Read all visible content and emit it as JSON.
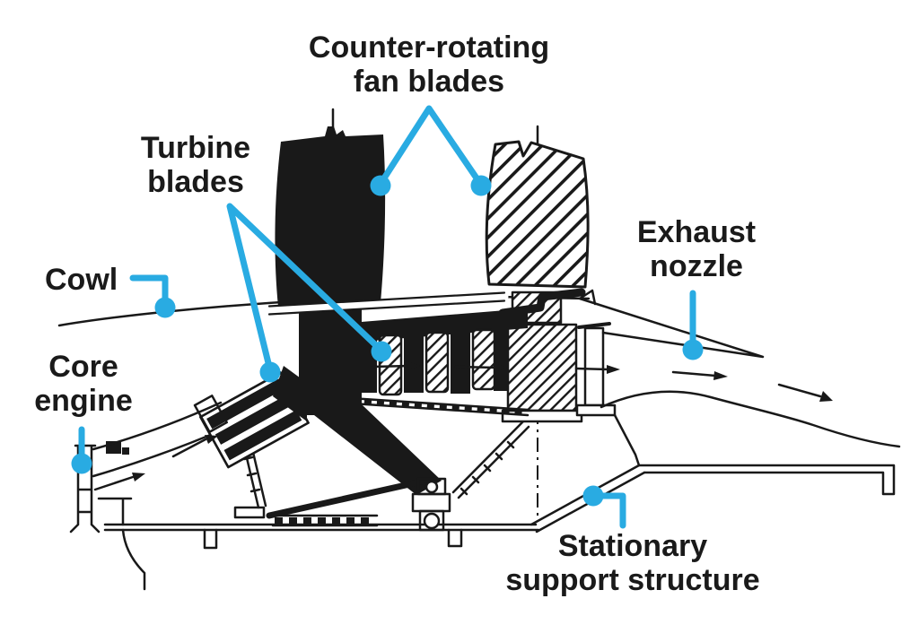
{
  "labels": {
    "counter_rotating": {
      "line1": "Counter-rotating",
      "line2": "fan blades"
    },
    "turbine": {
      "line1": "Turbine",
      "line2": "blades"
    },
    "cowl": {
      "line1": "Cowl"
    },
    "core_engine": {
      "line1": "Core",
      "line2": "engine"
    },
    "exhaust_nozzle": {
      "line1": "Exhaust",
      "line2": "nozzle"
    },
    "stationary": {
      "line1": "Stationary",
      "line2": "support structure"
    }
  },
  "colors": {
    "callout": "#29ABE2",
    "ink": "#191919",
    "background": "#FFFFFF"
  }
}
